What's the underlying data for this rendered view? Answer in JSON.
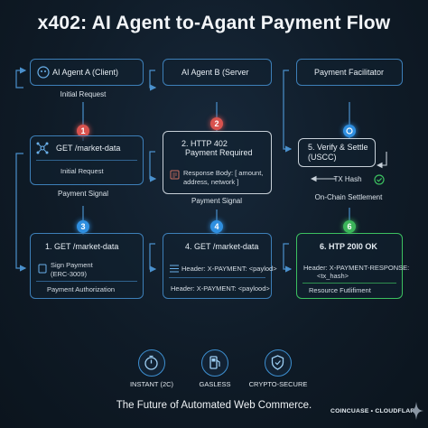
{
  "title": "x402: AI Agent to-Agant Payment Flow",
  "columns": {
    "client": {
      "header": "AI Agent A (Client)",
      "label_initial_request": "Initial Request",
      "box2_title": "GET /market-data",
      "box2_sub": "Initial Request",
      "label_payment_signal": "Payment Signal",
      "box3_title": "1. GET /market-data",
      "box3_line1": "Sign Payment",
      "box3_line2": "(ERC-3009)",
      "box3_footer": "Payment Authorization"
    },
    "server": {
      "header": "AI Agent B (Server",
      "box2_title_line1": "2. HTTP 402",
      "box2_title_line2": "Payment Required",
      "box2_body_line1": "Response Body: [ amount,",
      "box2_body_line2": "address, network ]",
      "label_payment_signal": "Payment Signal",
      "box3_title": "4. GET /market-data",
      "box3_line1": "Header: X-PAYMENT: <paylod>",
      "box3_line2": "Header: X-PAYMENT: <paylood>"
    },
    "facilitator": {
      "header": "Payment Facilitator",
      "box2_title_line1": "5. Verify & Settle",
      "box2_title_line2": "(USCC)",
      "label_tx_hash": "TX Hash",
      "label_onchain": "On-Chain Settlement",
      "box3_title": "6. HTP 20l0 OK",
      "box3_line1": "Header: X-PAYMENT-RESPONSE:",
      "box3_line2": "<tx_hash>",
      "box3_footer": "Resource Futlifiment"
    }
  },
  "steps": [
    "1",
    "2",
    "3",
    "4",
    "5",
    "6"
  ],
  "features": [
    {
      "label": "INSTANT (2C)",
      "icon": "stopwatch-icon"
    },
    {
      "label": "GASLESS",
      "icon": "fuel-pump-icon"
    },
    {
      "label": "CRYPTO-SECURE",
      "icon": "shield-icon"
    }
  ],
  "tagline": "The Future of Automated Web Commerce.",
  "brand": "COINCUASE • CLOUDFLARE",
  "colors": {
    "background": "#0e1a26",
    "box_border": "#3d7fb8",
    "green": "#3cc060",
    "red_step": "#d9534f",
    "blue_step": "#2f8fe0"
  }
}
